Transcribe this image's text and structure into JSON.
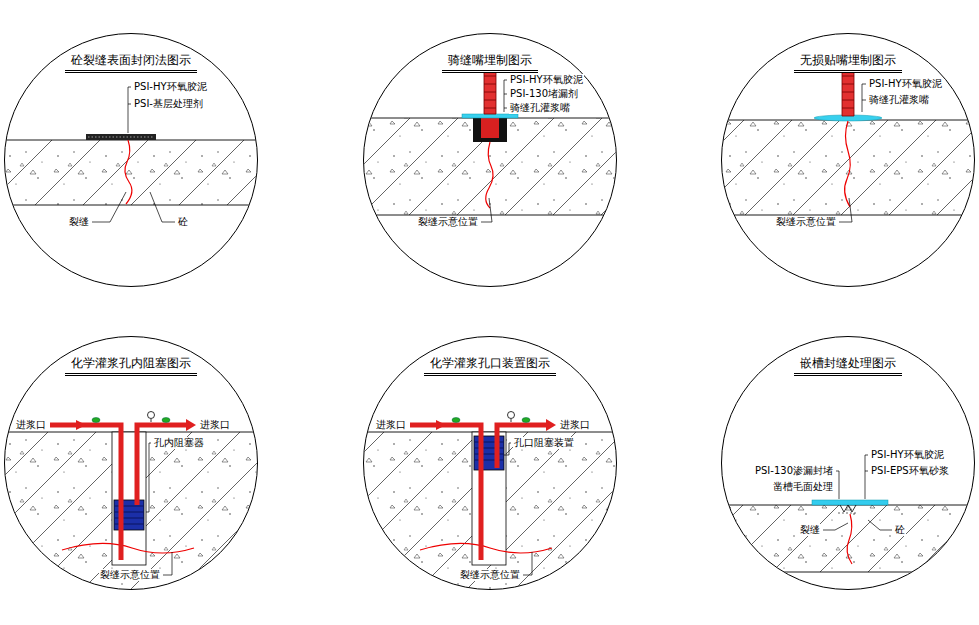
{
  "diagram": {
    "nodes": [
      {
        "text": [
          "砼裂缝表面封闭法图示"
        ]
      },
      {
        "text": [
          "骑缝嘴埋制图示"
        ]
      },
      {
        "text": [
          "无损贴嘴埋制图示"
        ]
      },
      {
        "text": [
          "化学灌浆孔内阻塞图示"
        ]
      },
      {
        "text": [
          "化学灌浆孔口装置图示"
        ]
      },
      {
        "text": [
          "嵌槽封缝处理图示"
        ]
      }
    ],
    "labels": [
      "PSI-HY环氧胶泥",
      "PSI-基层处理剂",
      "裂缝",
      "砼",
      "PSI-HY环氧胶泥",
      "PSI-130堵漏剂",
      "骑缝孔灌浆嘴",
      "裂缝示意位置",
      "PSI-HY环氧胶泥",
      "骑缝孔灌浆嘴",
      "裂缝示意位置",
      "进浆口",
      "进浆口",
      "孔内阻塞器",
      "裂缝示意位置",
      "进浆口",
      "进浆口",
      "孔口阻塞装置",
      "裂缝示意位置",
      "PSI-HY环氧胶泥",
      "PSI-130渗漏封堵",
      "PSI-EPS环氧砂浆",
      "凿槽毛面处理",
      "裂缝",
      "砼"
    ]
  }
}
